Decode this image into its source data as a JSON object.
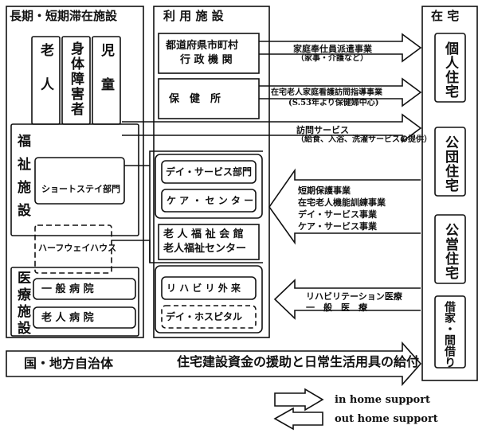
{
  "sections": {
    "long_short_stay": "長期・短期滞在施設",
    "usage_facilities": "利 用 施 設",
    "home": "在 宅"
  },
  "columns": {
    "elderly": "老人",
    "disabled": "身体障害者",
    "children": "児童"
  },
  "welfare_facilities": "福祉施設",
  "medical_facilities": "医療施設",
  "short_stay_dept": "ショートステイ部門",
  "halfway_house": "ハーフウェイハウス",
  "general_hospital": "一 般 病 院",
  "elderly_hospital": "老 人 病 院",
  "gov_agencies": [
    "都道府県市町村",
    "行 政 機 関"
  ],
  "health_center": "保　健　所",
  "day_service_dept": "デイ・サービス部門",
  "care_center": "ケ ア ・ セ ン タ ー",
  "welfare_hall": [
    "老 人 福 祉 会 館",
    "老人福祉センター"
  ],
  "rehab_outpatient": "リ ハ ビ リ 外 来",
  "day_hospital": "デイ・ホスピタル",
  "national_local": "国・地方自治体",
  "housing_support": "住宅建設資金の援助と日常生活用具の給付",
  "arrow_labels": {
    "home_helper": [
      "家庭奉仕員派遣事業",
      "（家事・介護など）"
    ],
    "home_nursing": [
      "在宅老人家庭看護訪問指導事業",
      "(S.53年より保健婦中心)"
    ],
    "visit_service": [
      "訪問サービス",
      "（給食、入浴、洗濯サービスの提供）"
    ],
    "short_term_protection": [
      "短期保護事業",
      "在宅老人機能訓練事業",
      "デイ・サービス事業",
      "ケア・サービス事業"
    ],
    "rehab_medical": [
      "リハビリテーション医療",
      "一　般　医　療"
    ]
  },
  "housing": {
    "private": "個人住宅",
    "public_corp": "公団住宅",
    "public_owned": "公営住宅",
    "rental": "借家・間借り"
  },
  "legend": {
    "in_support": "in home support",
    "out_support": "out home support"
  }
}
